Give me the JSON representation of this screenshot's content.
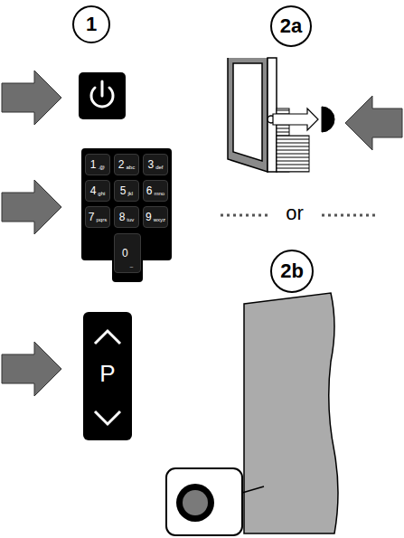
{
  "diagram": {
    "nodes": [
      {
        "text": [
          "1"
        ]
      },
      {
        "text": [
          "2a"
        ]
      },
      {
        "text": [
          "1",
          ".@"
        ]
      },
      {
        "text": [
          "2",
          "abc"
        ]
      },
      {
        "text": [
          "3",
          "def"
        ]
      },
      {
        "text": [
          "4",
          "ghi"
        ]
      },
      {
        "text": [
          "5",
          "jkl"
        ]
      },
      {
        "text": [
          "6",
          "mno"
        ]
      },
      {
        "text": [
          "7",
          "pqrs"
        ]
      },
      {
        "text": [
          "8",
          "tuv"
        ]
      },
      {
        "text": [
          "9",
          "wxyz"
        ]
      },
      {
        "text": [
          "0",
          "_"
        ]
      },
      {
        "text": [
          "2b"
        ]
      },
      {
        "text": [
          "P"
        ]
      }
    ],
    "labels": [
      "or"
    ]
  }
}
